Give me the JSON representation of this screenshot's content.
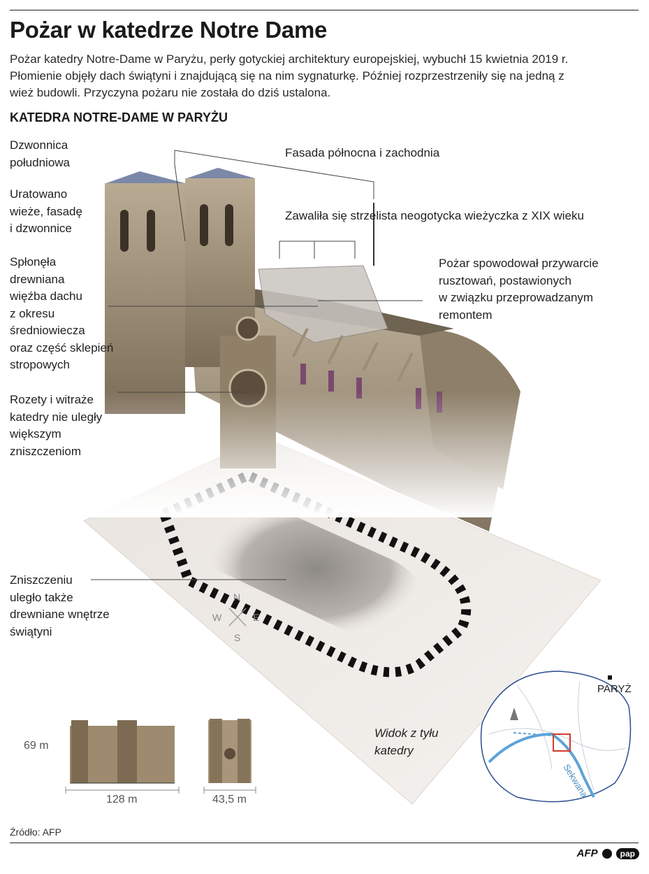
{
  "header": {
    "title": "Pożar w katedrze Notre Dame",
    "intro_lines": [
      "Pożar katedry Notre-Dame w Paryżu, perły gotyckiej architektury europejskiej, wybuchł 15 kwietnia 2019 r.",
      "Płomienie objęły dach świątyni i znajdującą się na nim sygnaturkę. Później rozprzestrzeniły się na jedną z",
      "wież budowli. Przyczyna pożaru nie została do dziś ustalona."
    ],
    "section_title": "KATEDRA NOTRE-DAME W PARYŻU"
  },
  "labels": {
    "bell_tower": [
      "Dzwonnica",
      "południowa"
    ],
    "saved": [
      "Uratowano",
      "wieże, fasadę",
      "i dzwonnice"
    ],
    "roof": [
      "Spłonęła",
      "drewniana",
      "więźba dachu",
      "z okresu",
      "średniowiecza",
      "oraz część sklepień",
      "stropowych"
    ],
    "rosettes": [
      "Rozety i witraże",
      "katedry nie uległy",
      "większym",
      "zniszczeniom"
    ],
    "interior": [
      "Zniszczeniu",
      "uległo także",
      "drewniane wnętrze",
      "świątyni"
    ],
    "facade": "Fasada północna i zachodnia",
    "spire": "Zawaliła się strzelista neogotycka wieżyczka z XIX wieku",
    "scaffold": [
      "Pożar spowodował przywarcie",
      "rusztowań, postawionych",
      "w związku przeprowadzanym",
      "remontem"
    ],
    "rear_view": [
      "Widok z tyłu",
      "katedry"
    ]
  },
  "compass": {
    "n": "N",
    "w": "W",
    "e": "E",
    "s": "S"
  },
  "dimensions": {
    "height": "69 m",
    "length": "128 m",
    "width": "43,5 m"
  },
  "map": {
    "city": "PARYŻ",
    "river": "Sekwana"
  },
  "footer": {
    "source": "Źródło: AFP",
    "logo_afp": "AFP",
    "logo_pap": "pap"
  }
}
